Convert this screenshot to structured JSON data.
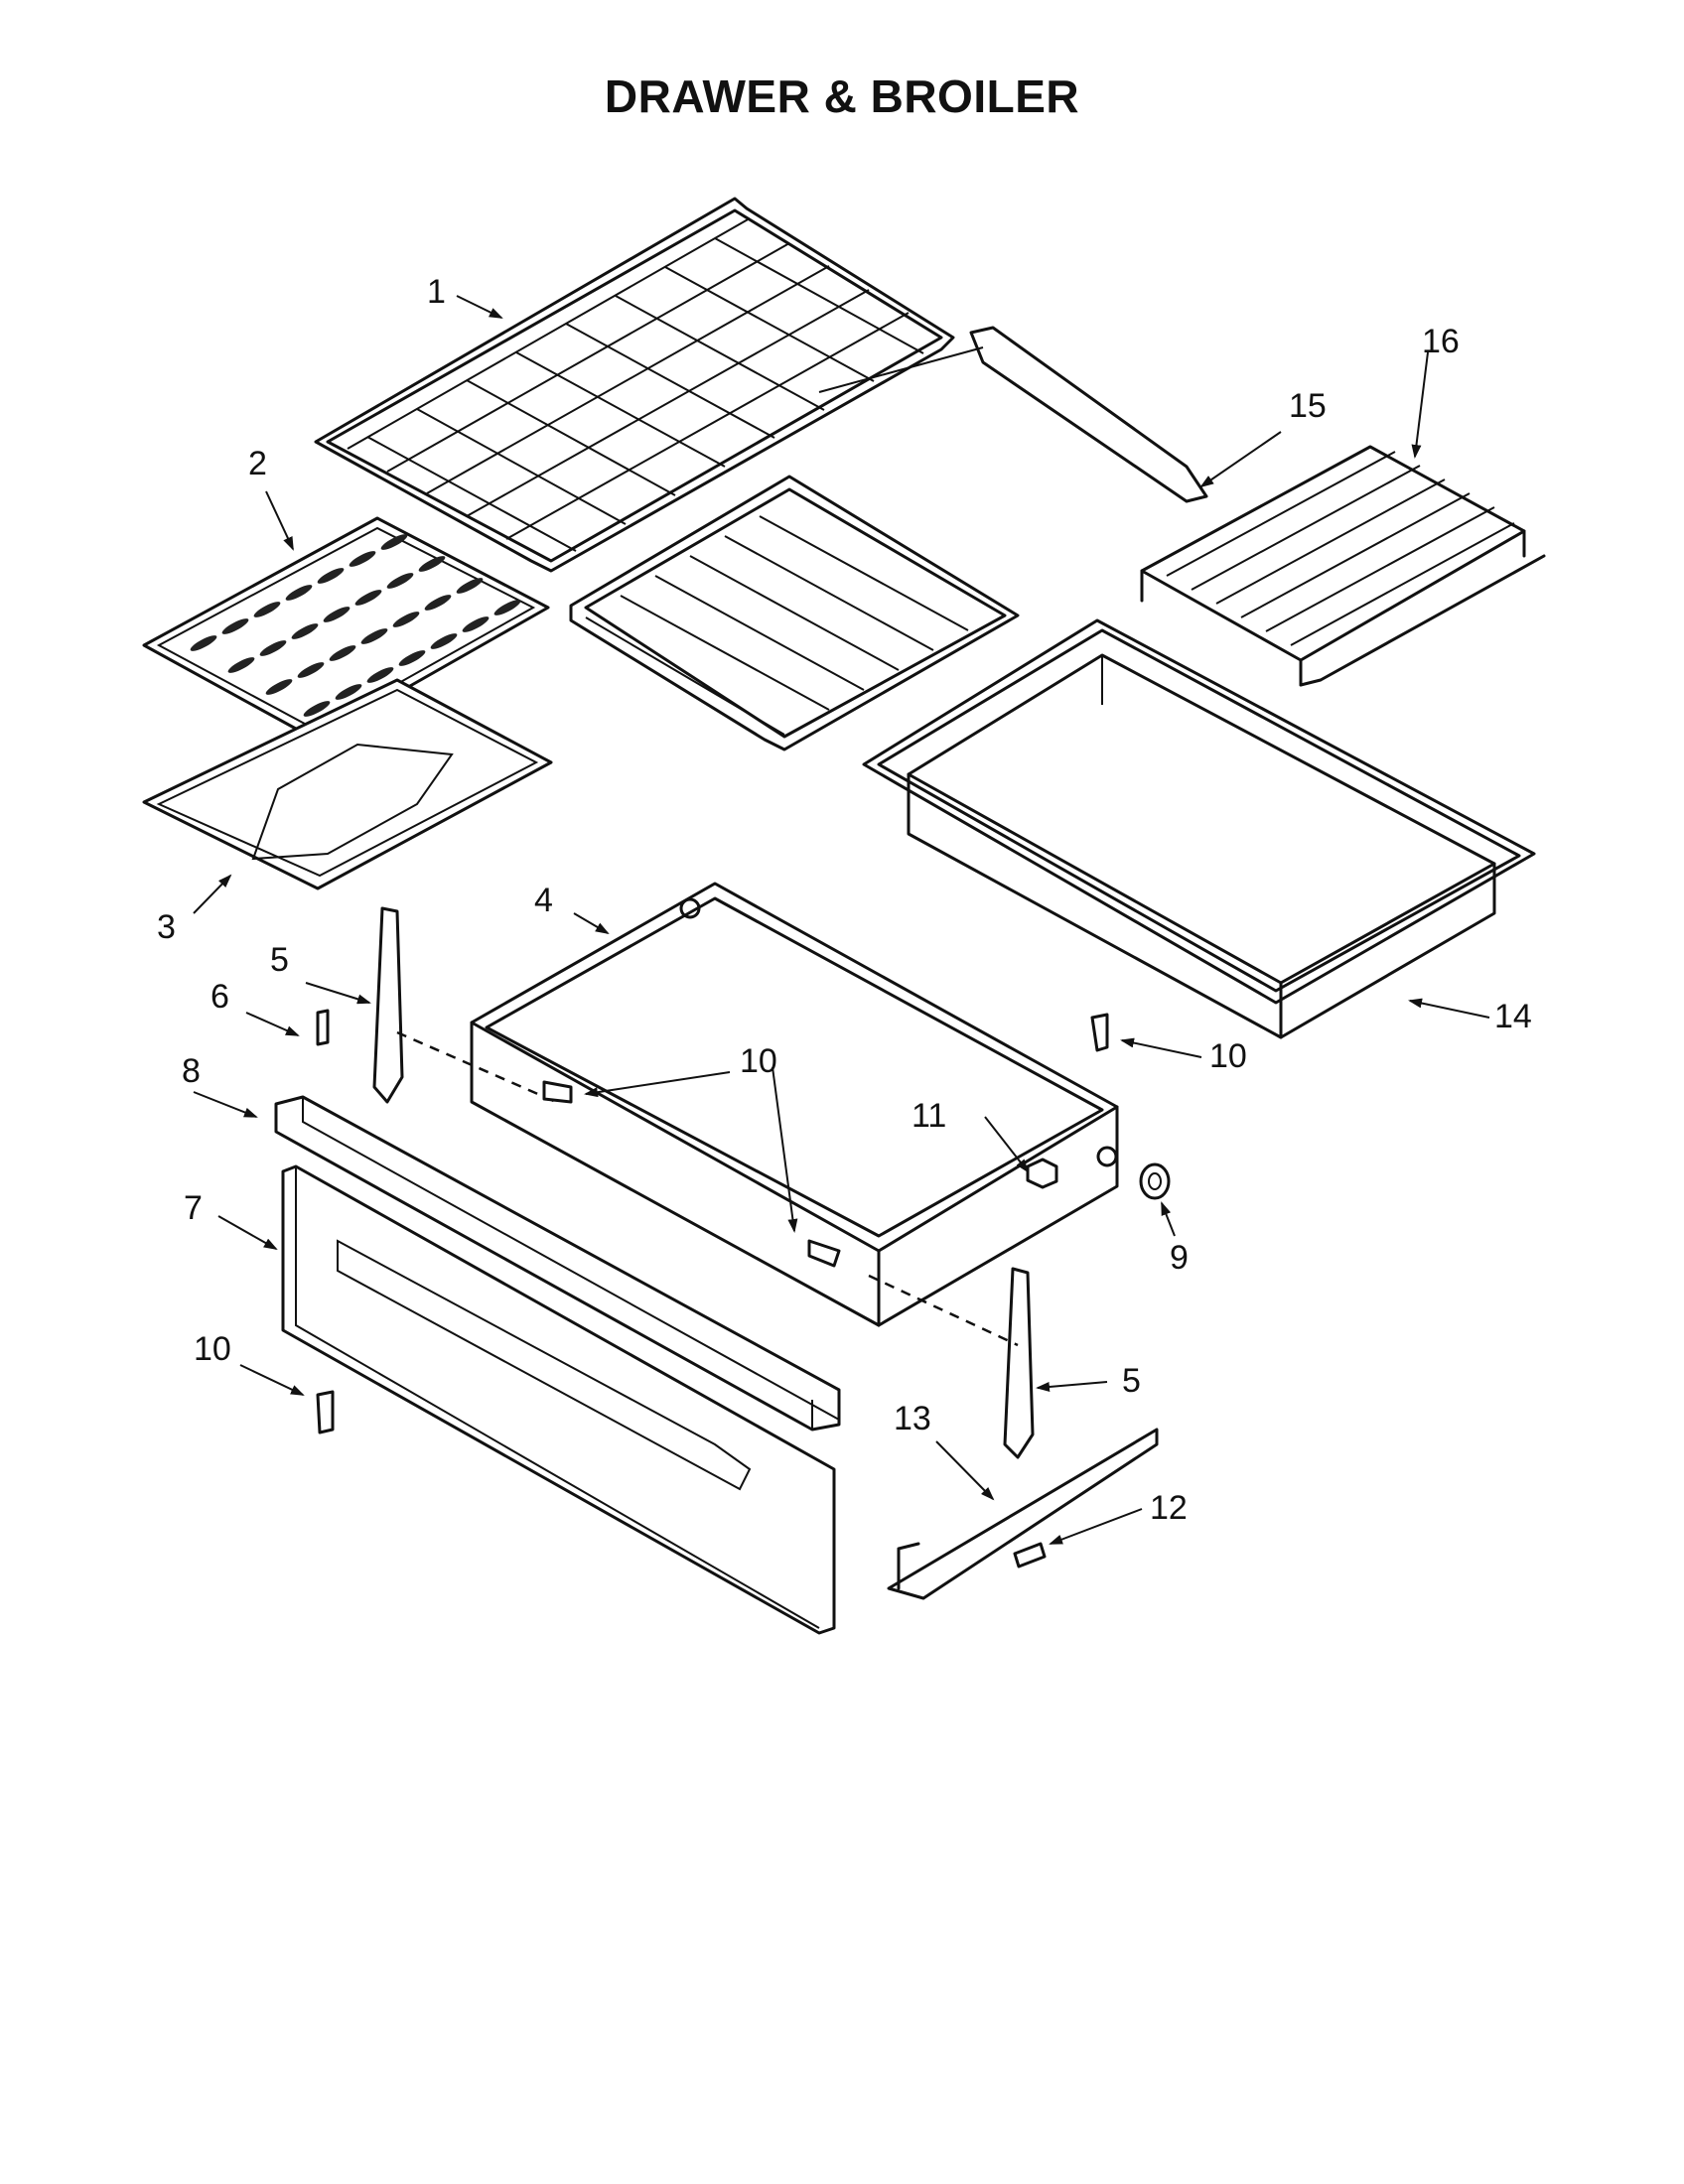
{
  "title": "DRAWER & BROILER",
  "callouts": [
    {
      "id": "c1",
      "text": "1"
    },
    {
      "id": "c2",
      "text": "2"
    },
    {
      "id": "c3",
      "text": "3"
    },
    {
      "id": "c4",
      "text": "4"
    },
    {
      "id": "c5a",
      "text": "5"
    },
    {
      "id": "c5b",
      "text": "5"
    },
    {
      "id": "c6",
      "text": "6"
    },
    {
      "id": "c7",
      "text": "7"
    },
    {
      "id": "c8",
      "text": "8"
    },
    {
      "id": "c9",
      "text": "9"
    },
    {
      "id": "c10a",
      "text": "10"
    },
    {
      "id": "c10b",
      "text": "10"
    },
    {
      "id": "c10c",
      "text": "10"
    },
    {
      "id": "c11",
      "text": "11"
    },
    {
      "id": "c12",
      "text": "12"
    },
    {
      "id": "c13",
      "text": "13"
    },
    {
      "id": "c14",
      "text": "14"
    },
    {
      "id": "c15",
      "text": "15"
    },
    {
      "id": "c16",
      "text": "16"
    }
  ]
}
